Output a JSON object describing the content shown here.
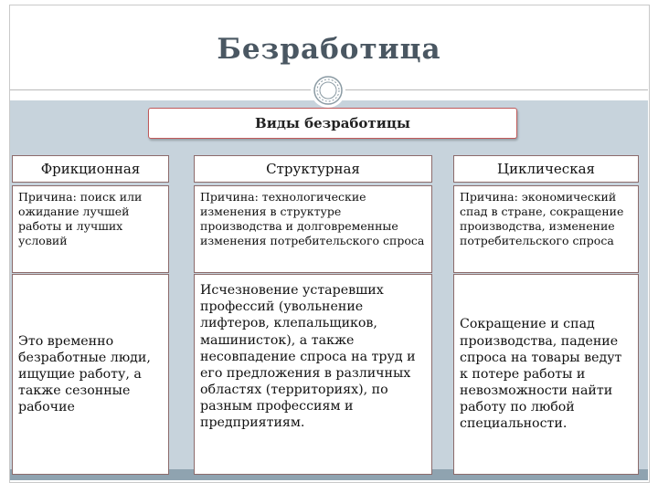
{
  "title": "Безработица",
  "header": "Виды безработицы",
  "columns": [
    {
      "head": "Фрикционная",
      "cause": "Причина: поиск или ожидание лучшей работы и лучших условий",
      "description": "Это временно безработные люди, ищущие работу, а также сезонные рабочие"
    },
    {
      "head": "Структурная",
      "cause": "Причина: технологические изменения в структуре производства и долговременные изменения потребительского спроса",
      "description": "Исчезновение устаревших профессий (увольнение лифтеров, клепальщиков, машинисток), а также несовпадение спроса на труд и его предложения в различных областях (территориях), по разным профессиям и предприятиям."
    },
    {
      "head": "Циклическая",
      "cause": "Причина: экономический спад в стране, сокращение производства, изменение потребительского спроса",
      "description": "Сокращение и спад производства, падение спроса на товары ведут к потере работы и невозможности найти работу по любой специальности."
    }
  ]
}
